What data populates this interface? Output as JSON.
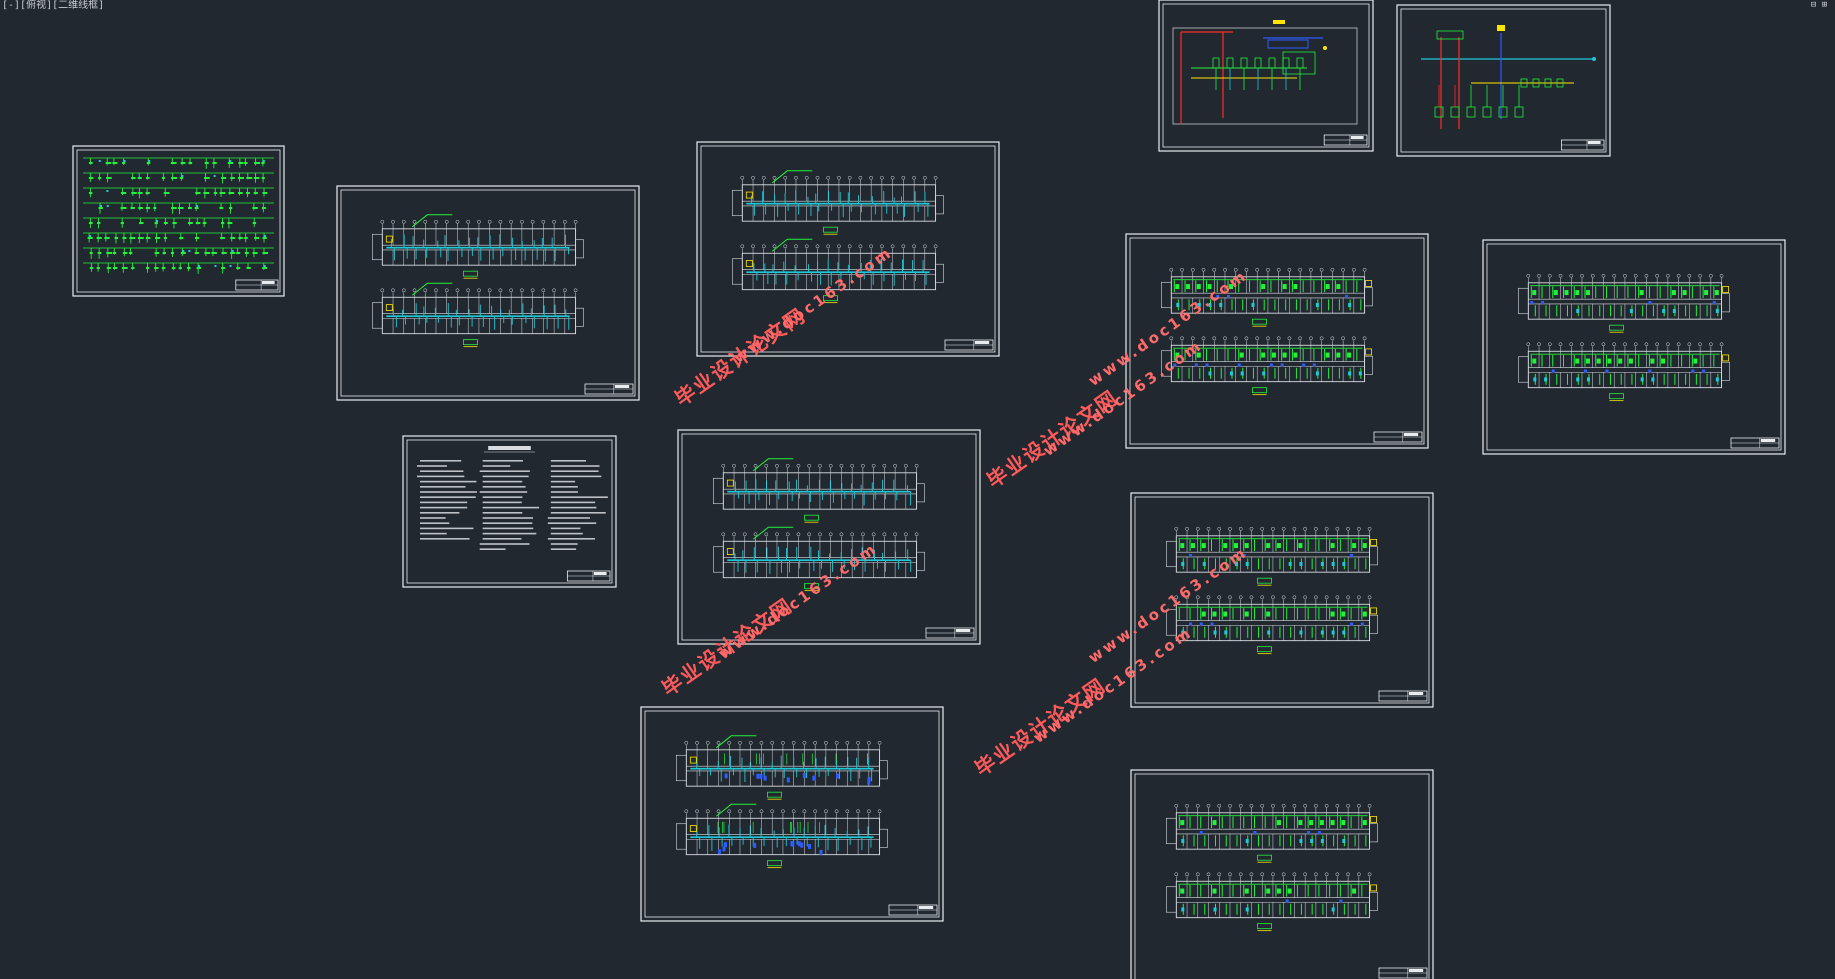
{
  "viewport": {
    "label": "[-][俯视][二维线框]",
    "nav_cube": "⊟ ⊞"
  },
  "watermark": {
    "cn": "毕业设计论文网",
    "url": "www.doc163.com"
  },
  "colors": {
    "background": "#212830",
    "frame": "#e9ecef",
    "wall": "#d9dde2",
    "green": "#22f23a",
    "cyan": "#1fc9d8",
    "blue": "#2f5bff",
    "red": "#ff2a2a",
    "yellow": "#ffe600",
    "watermark": "#ff5a5a"
  },
  "sheets": [
    {
      "id": "pipe-schematic",
      "kind": "schematic"
    },
    {
      "id": "floor-plan-1",
      "kind": "plan-cyan"
    },
    {
      "id": "floor-plan-2",
      "kind": "plan-cyan"
    },
    {
      "id": "design-notes",
      "kind": "text"
    },
    {
      "id": "floor-plan-3",
      "kind": "plan-cyan"
    },
    {
      "id": "floor-plan-4",
      "kind": "plan-mixed"
    },
    {
      "id": "system-diagram-1",
      "kind": "system"
    },
    {
      "id": "system-diagram-2",
      "kind": "system"
    },
    {
      "id": "floor-plan-5",
      "kind": "plan-green"
    },
    {
      "id": "floor-plan-6",
      "kind": "plan-green"
    },
    {
      "id": "floor-plan-7",
      "kind": "plan-green"
    },
    {
      "id": "floor-plan-8",
      "kind": "plan-green"
    }
  ]
}
